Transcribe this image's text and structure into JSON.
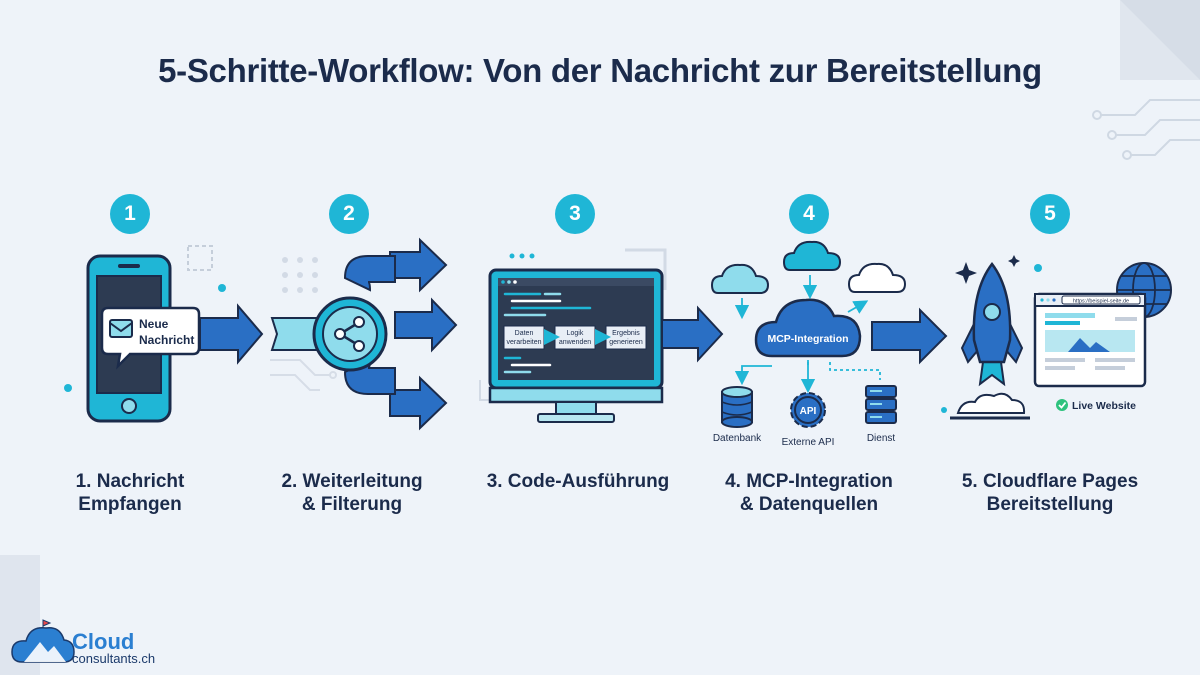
{
  "title": "5-Schritte-Workflow: Von der Nachricht zur Bereitstellung",
  "steps": [
    {
      "number": "1",
      "label_line1": "1. Nachricht",
      "label_line2": "Empfangen"
    },
    {
      "number": "2",
      "label_line1": "2. Weiterleitung",
      "label_line2": "& Filterung"
    },
    {
      "number": "3",
      "label_line1": "3. Code-Ausführung",
      "label_line2": ""
    },
    {
      "number": "4",
      "label_line1": "4. MCP-Integration",
      "label_line2": "& Datenquellen"
    },
    {
      "number": "5",
      "label_line1": "5. Cloudflare Pages",
      "label_line2": "Bereitstellung"
    }
  ],
  "phone": {
    "bubble_line1": "Neue",
    "bubble_line2": "Nachricht"
  },
  "code": {
    "box1_line1": "Daten",
    "box1_line2": "verarbeiten",
    "box2_line1": "Logik",
    "box2_line2": "anwenden",
    "box3_line1": "Ergebnis",
    "box3_line2": "generieren"
  },
  "mcp": {
    "center": "MCP-Integration",
    "api_badge": "API",
    "datenbank": "Datenbank",
    "externe_api": "Externe API",
    "dienst": "Dienst"
  },
  "deploy": {
    "url": "https://beispiel-seite.de",
    "live": "Live Website"
  },
  "logo": {
    "name": "Cloud",
    "domain": "consultants.ch"
  },
  "colors": {
    "navy": "#1b2b4b",
    "blue": "#2a6fc4",
    "cyan": "#1fb6d6",
    "light_cyan": "#8fdcec",
    "screen_dark": "#2d3b52",
    "background": "#eef3f9"
  }
}
